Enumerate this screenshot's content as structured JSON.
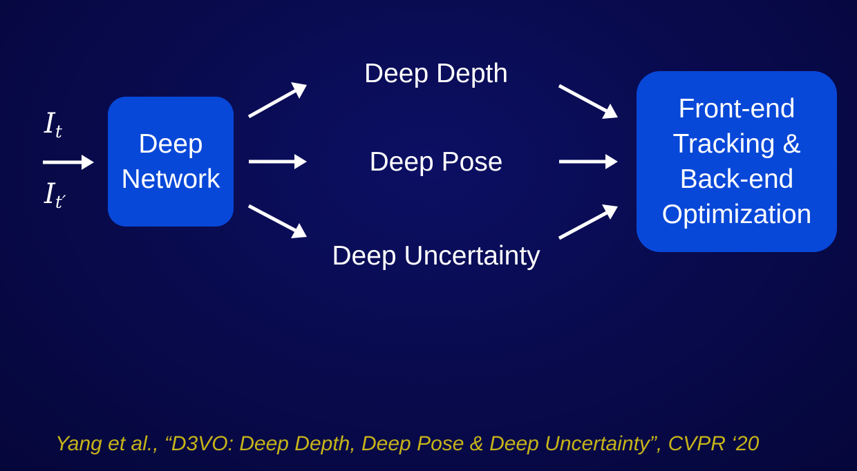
{
  "inputs": {
    "frame_current": {
      "symbol": "I",
      "subscript": "t"
    },
    "frame_reference": {
      "symbol": "I",
      "subscript": "t′"
    }
  },
  "network_box": {
    "lines": [
      "Deep",
      "Network"
    ]
  },
  "outputs": {
    "depth": "Deep Depth",
    "pose": "Deep Pose",
    "uncertainty": "Deep Uncertainty"
  },
  "backend_box": {
    "lines": [
      "Front-end",
      "Tracking &",
      "Back-end",
      "Optimization"
    ]
  },
  "citation": "Yang et al., “D3VO: Deep Depth, Deep Pose & Deep Uncertainty”, CVPR ‘20",
  "colors": {
    "background": "#090b4f",
    "box_fill": "#0848d8",
    "text": "#ffffff",
    "citation": "#c7b419"
  }
}
